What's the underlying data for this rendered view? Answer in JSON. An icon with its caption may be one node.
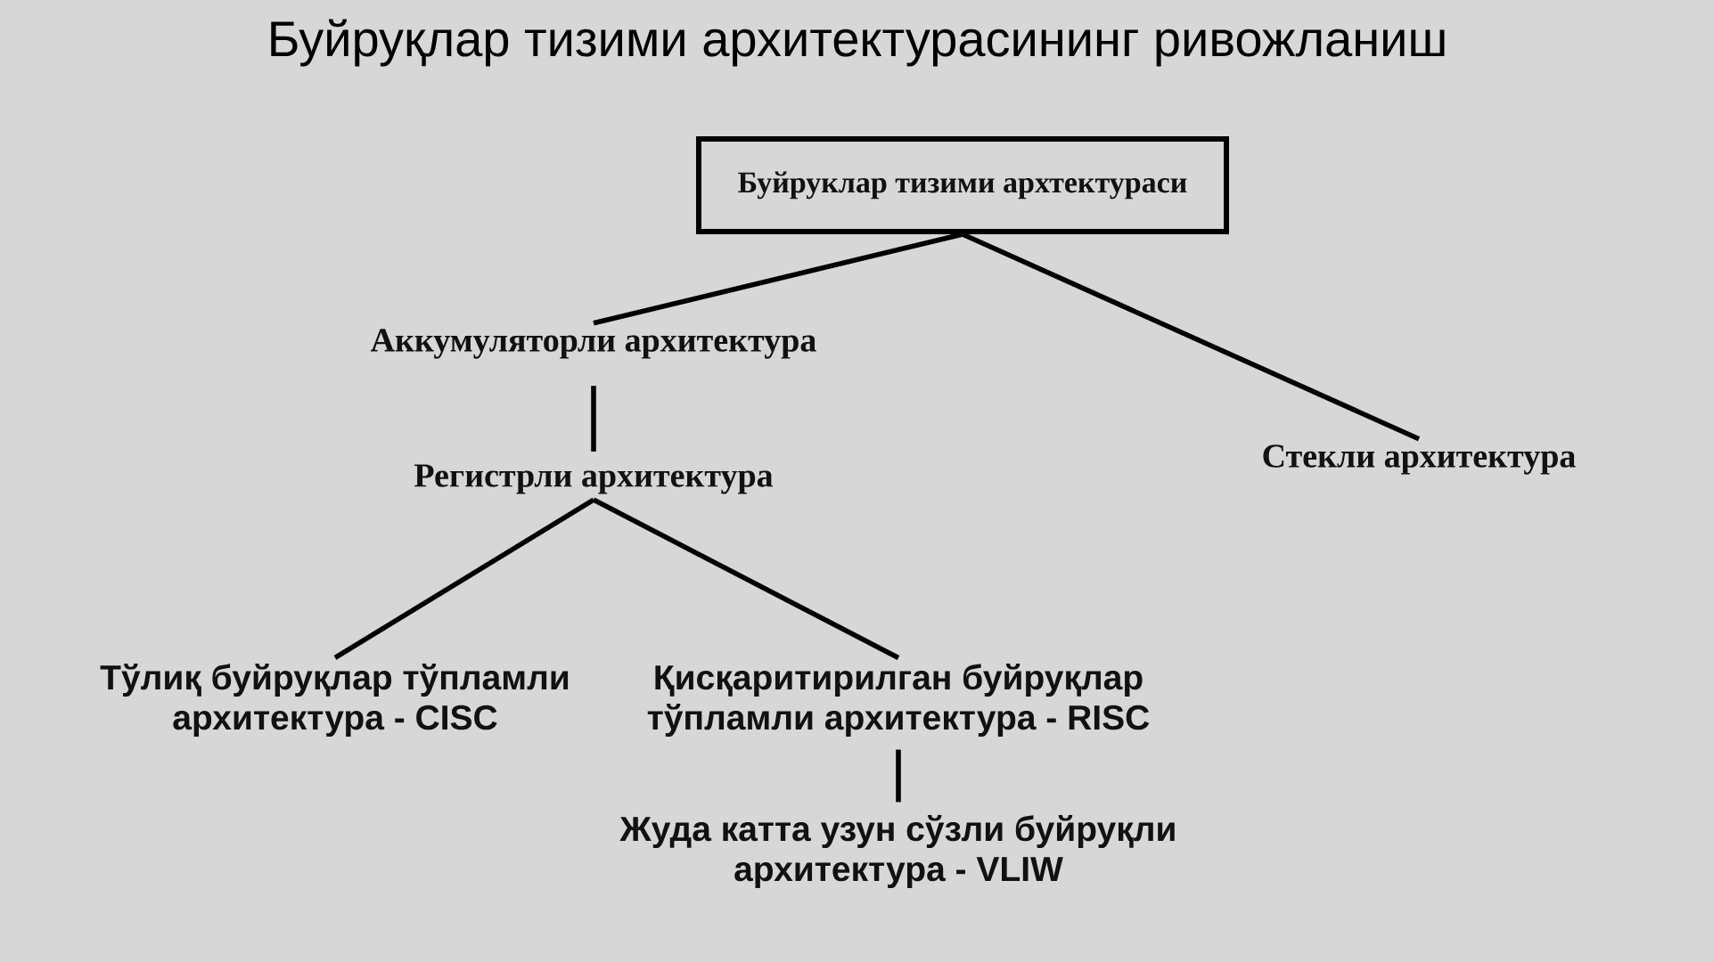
{
  "diagram": {
    "title": "Буйруқлар тизими архитектурасининг ривожланиш",
    "nodes": [
      {
        "text": [
          "Буйруклар тизими архтектураси"
        ]
      },
      {
        "text": [
          "Аккумуляторли архитектура"
        ]
      },
      {
        "text": [
          "Регистрли архитектура"
        ]
      },
      {
        "text": [
          "Стекли архитектура"
        ]
      },
      {
        "text": [
          "Тўлиқ буйруқлар тўпламли архитектура - CISC"
        ]
      },
      {
        "text": [
          "Қисқаритирилган буйруқлар тўпламли архитектура - RISC"
        ]
      },
      {
        "text": [
          "Жуда катта узун сўзли буйруқли архитектура - VLIW"
        ]
      }
    ],
    "edges": [
      {
        "from": 0,
        "to": 1,
        "arrow": "none"
      },
      {
        "from": 0,
        "to": 3,
        "arrow": "none"
      },
      {
        "from": 1,
        "to": 2,
        "arrow": "none"
      },
      {
        "from": 2,
        "to": 4,
        "arrow": "none"
      },
      {
        "from": 2,
        "to": 5,
        "arrow": "none"
      },
      {
        "from": 5,
        "to": 6,
        "arrow": "none"
      }
    ]
  }
}
